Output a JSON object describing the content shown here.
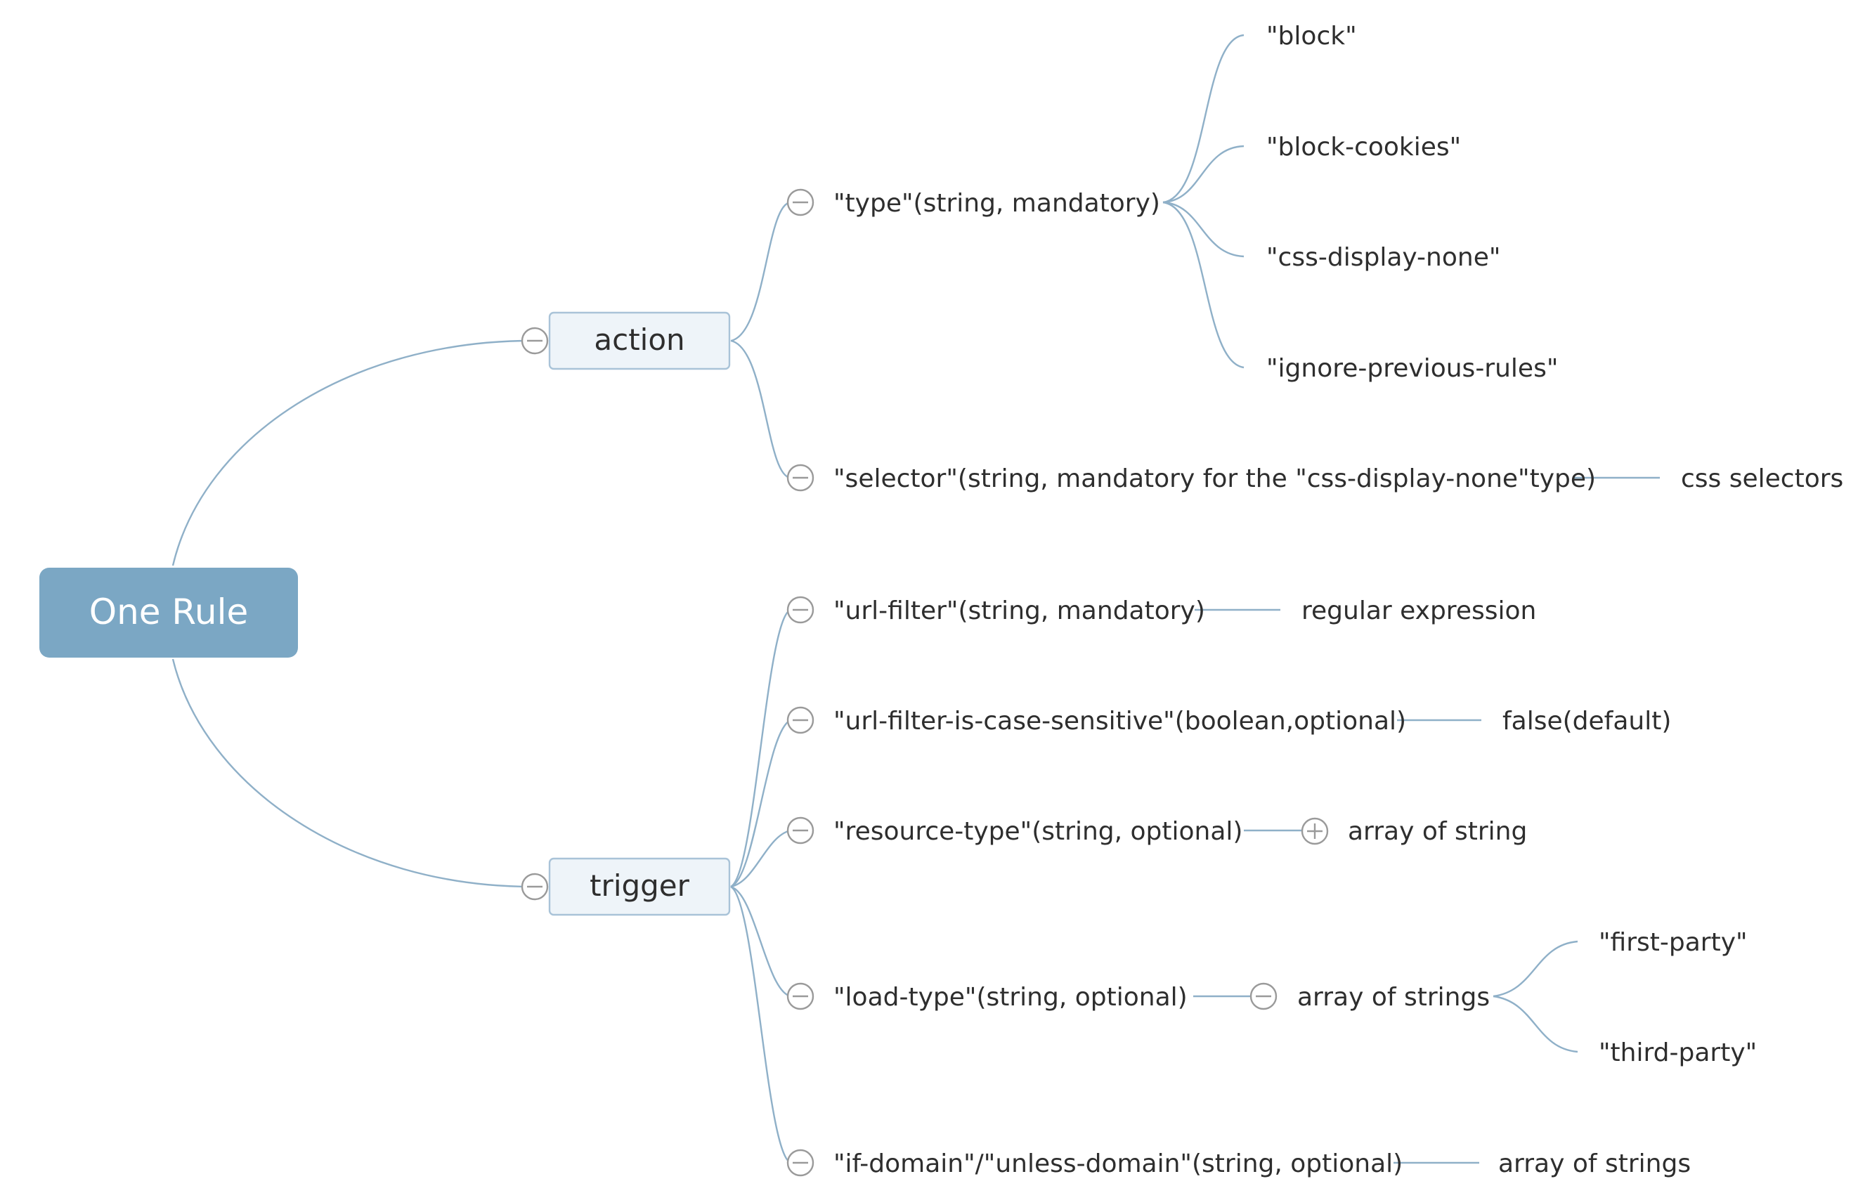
{
  "colors": {
    "root_fill": "#7ba7c4",
    "root_text": "#ffffff",
    "topic_fill": "#eef4f9",
    "topic_border": "#a9c3d8",
    "edge": "#8fb0c8",
    "toggle": "#9a9a9a",
    "text": "#2e2e2e"
  },
  "root": {
    "label": "One Rule"
  },
  "action": {
    "label": "action",
    "type": {
      "label": "\"type\"(string, mandatory)",
      "values": [
        "\"block\"",
        "\"block-cookies\"",
        "\"css-display-none\"",
        "\"ignore-previous-rules\""
      ]
    },
    "selector": {
      "label": "\"selector\"(string, mandatory for the \"css-display-none\"type)",
      "child": "css selectors"
    }
  },
  "trigger": {
    "label": "trigger",
    "url_filter": {
      "label": "\"url-filter\"(string, mandatory)",
      "child": "regular expression"
    },
    "case_sensitive": {
      "label": "\"url-filter-is-case-sensitive\"(boolean,optional)",
      "child": "false(default)"
    },
    "resource_type": {
      "label": "\"resource-type\"(string, optional)",
      "child": "array of string",
      "child_collapsed": true
    },
    "load_type": {
      "label": "\"load-type\"(string, optional)",
      "child": "array of strings",
      "values": [
        "\"first-party\"",
        "\"third-party\""
      ]
    },
    "domain": {
      "label": "\"if-domain\"/\"unless-domain\"(string, optional)",
      "child": "array of strings"
    }
  }
}
